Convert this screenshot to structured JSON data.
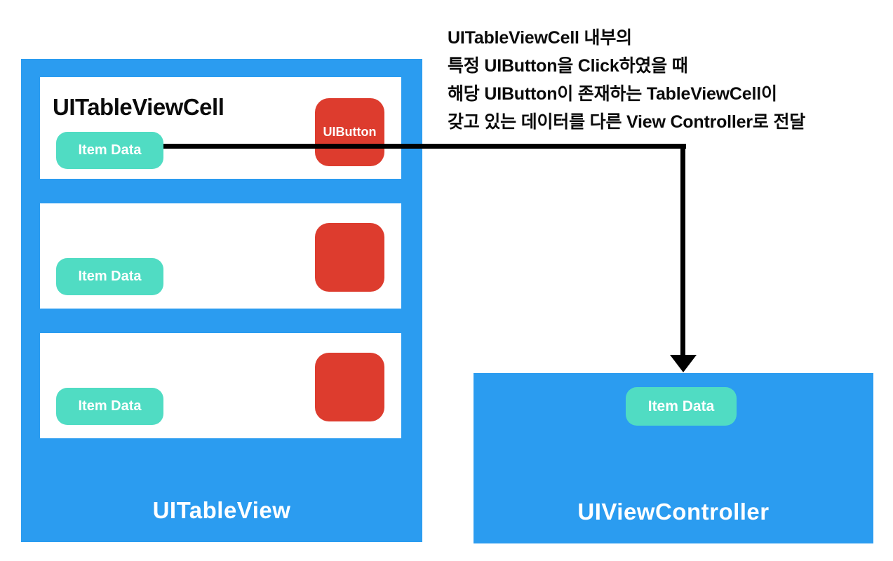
{
  "colors": {
    "blue": "#2B9CF0",
    "red": "#DD3C2E",
    "teal": "#50DCC3",
    "arrow": "#000000"
  },
  "annotation": {
    "lines": [
      "UITableViewCell 내부의",
      "특정 UIButton을 Click하였을 때",
      "해당 UIButton이 존재하는 TableViewCell이",
      "갖고 있는 데이터를 다른 View Controller로 전달"
    ]
  },
  "table_view": {
    "label": "UITableView",
    "cells": [
      {
        "title": "UITableViewCell",
        "badge": "Item Data",
        "button": "UIButton"
      },
      {
        "badge": "Item Data"
      },
      {
        "badge": "Item Data"
      }
    ]
  },
  "view_controller": {
    "label": "UIViewController",
    "badge": "Item Data"
  }
}
